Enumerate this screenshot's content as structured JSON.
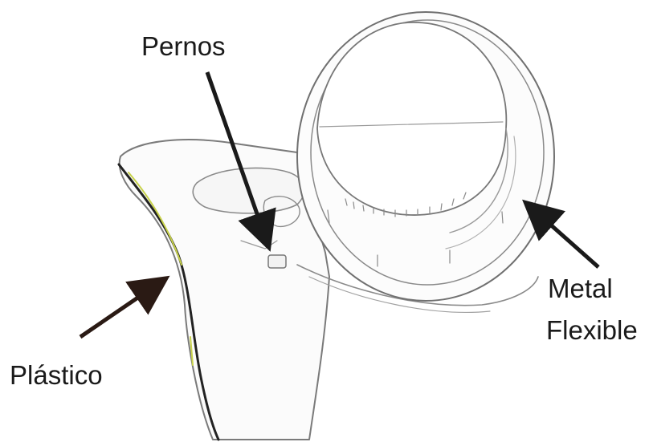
{
  "labels": {
    "pernos": "Pernos",
    "metal_line1": "Metal",
    "metal_line2": "Flexible",
    "plastico": "Plástico"
  },
  "colors": {
    "background": "#ffffff",
    "sketch_line": "#6e6e6e",
    "arrow_dark": "#1a1a1a",
    "arrow_brown": "#2a1a14",
    "highlight_green": "#c8d24a"
  },
  "icons": [
    "device-sketch",
    "arrow-pernos",
    "arrow-metal",
    "arrow-plastico"
  ]
}
